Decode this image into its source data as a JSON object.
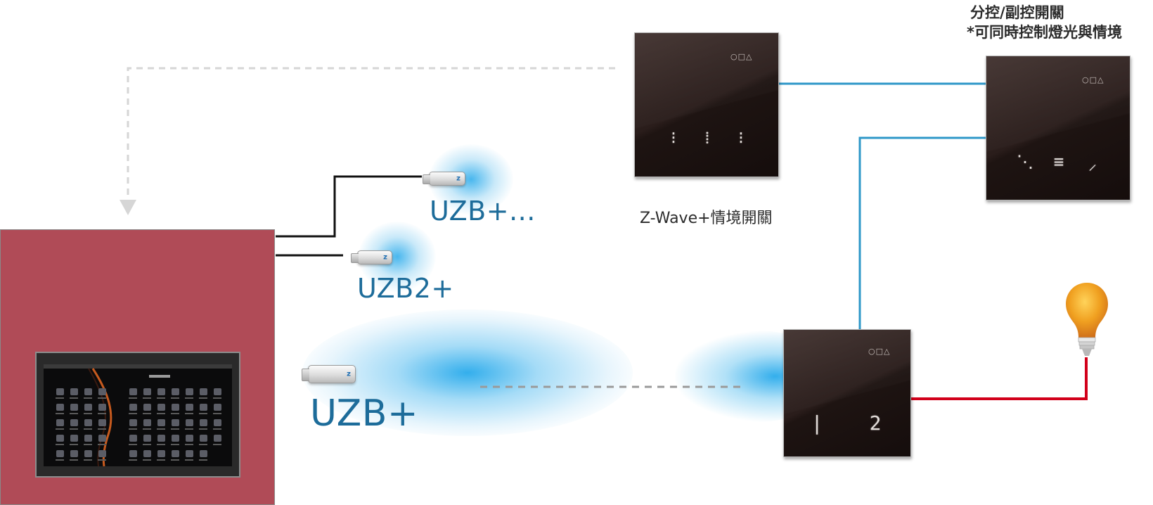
{
  "labels": {
    "dongle_top": "UZB+...",
    "dongle_mid": "UZB2+",
    "dongle_main": "UZB+",
    "scene_switch": "Z-Wave+情境開關",
    "secondary_title": "分控/副控開關",
    "secondary_note": "*可同時控制燈光與情境"
  },
  "switches": {
    "scene": {
      "symbols": "○□△",
      "buttons": [
        "⁝",
        "⁞",
        "⁝"
      ]
    },
    "secondary": {
      "symbols": "○□△",
      "buttons": [
        "⋱",
        "≡",
        "⸝"
      ]
    },
    "main": {
      "symbols": "○□△",
      "buttons": [
        "|",
        "2"
      ]
    }
  },
  "dongle_mark": "z",
  "colors": {
    "panel": "#b04b57",
    "accent_blue": "#1d6c9a",
    "wire_blue": "#2e97c8",
    "wire_red": "#d2001a",
    "wire_black": "#111111",
    "dashed_gray": "#d6d6d6",
    "bulb": "#f0a020"
  },
  "icons": {
    "bulb": "light-bulb-icon",
    "usb": "usb-dongle-icon"
  }
}
